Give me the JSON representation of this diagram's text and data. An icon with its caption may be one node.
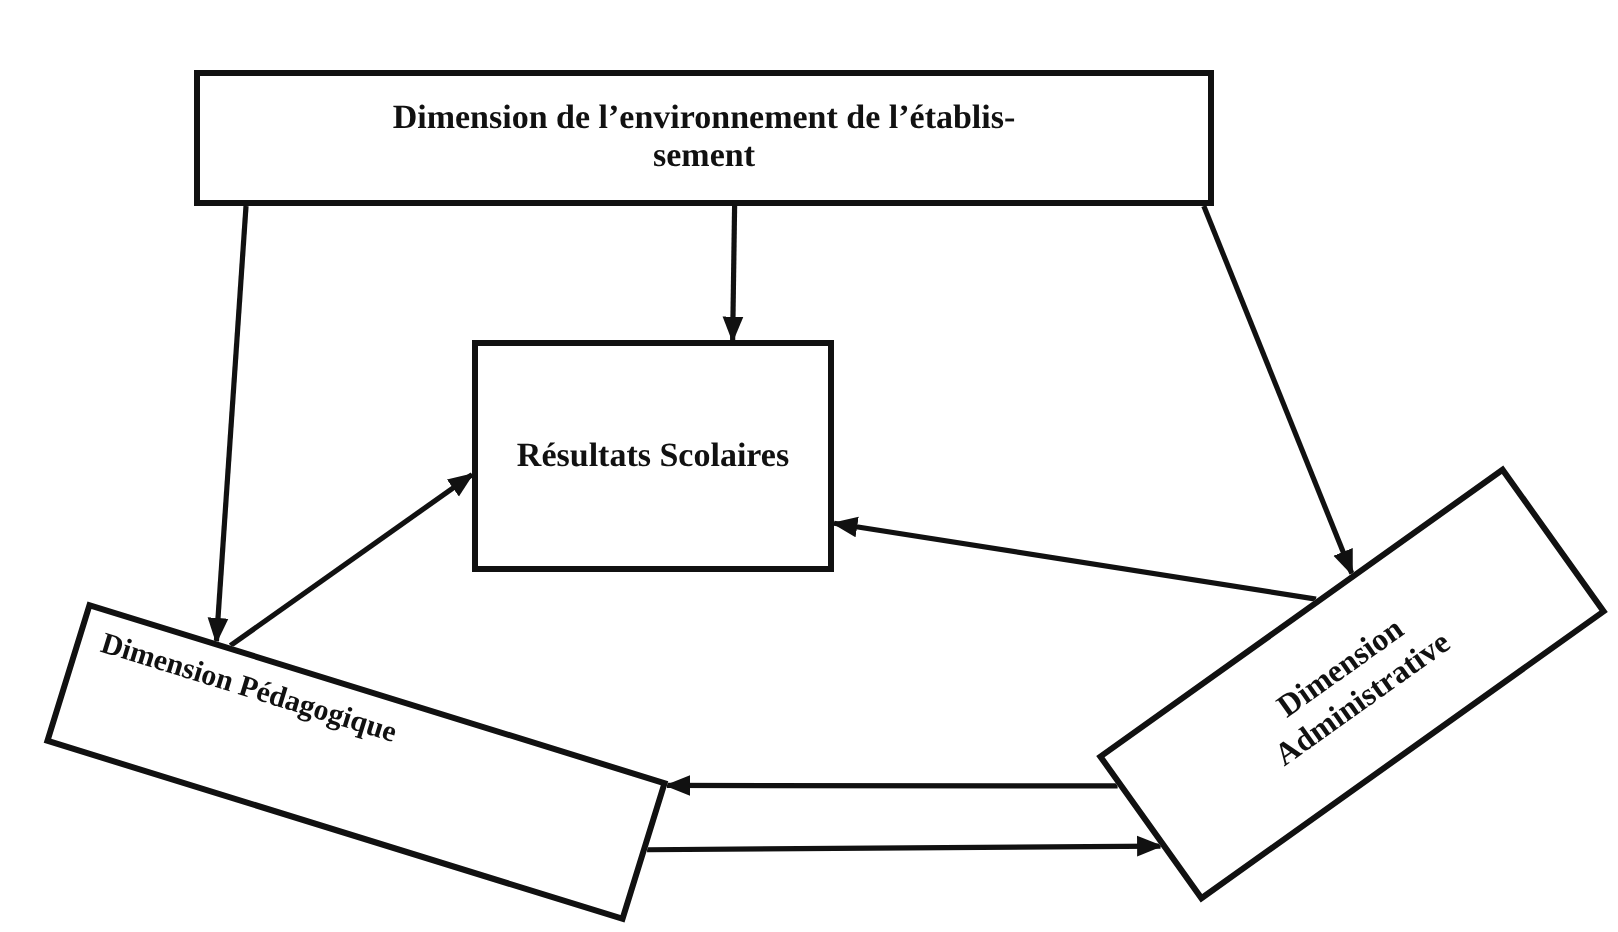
{
  "diagram": {
    "nodes": [
      {
        "text": [
          "Dimension de l’environnement de l’établis- sement"
        ]
      },
      {
        "text": [
          "Résultats Scolaires"
        ]
      },
      {
        "text": [
          "Dimension Pédagogique"
        ]
      },
      {
        "text": [
          "Dimension Administrative"
        ]
      }
    ],
    "edges": [
      {
        "from": 0,
        "to": 2,
        "arrow": "to"
      },
      {
        "from": 0,
        "to": 1,
        "arrow": "to"
      },
      {
        "from": 0,
        "to": 3,
        "arrow": "to"
      },
      {
        "from": 2,
        "to": 1,
        "arrow": "to"
      },
      {
        "from": 3,
        "to": 1,
        "arrow": "to"
      },
      {
        "from": 3,
        "to": 2,
        "arrow": "to"
      },
      {
        "from": 2,
        "to": 3,
        "arrow": "to"
      }
    ]
  }
}
